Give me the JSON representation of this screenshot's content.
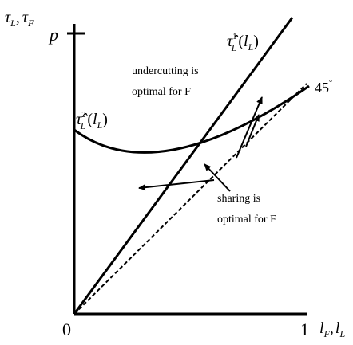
{
  "axes": {
    "y_label_main1": "τ",
    "y_label_sub1": "L",
    "y_label_sep": ",",
    "y_label_main2": "τ",
    "y_label_sub2": "F",
    "x_label_main1": "l",
    "x_label_sub1": "F",
    "x_label_sep": ",",
    "x_label_main2": "l",
    "x_label_sub2": "L",
    "origin_label": "0",
    "x_tick_label": "1",
    "y_tick_label": "p"
  },
  "curves": {
    "tau1": {
      "hat": "τ̂",
      "sub": "L",
      "sup": "1",
      "arg_open": "(",
      "arg_main": "l",
      "arg_sub": "L",
      "arg_close": ")"
    },
    "tau2": {
      "hat": "τ̂",
      "sub": "L",
      "sup": "2",
      "arg_open": "(",
      "arg_main": "l",
      "arg_sub": "L",
      "arg_close": ")"
    },
    "diag_label": "45",
    "diag_degree": "°"
  },
  "regions": {
    "top_line1": "undercutting is",
    "top_line2": "optimal for F",
    "bottom_line1": "sharing is",
    "bottom_line2": "optimal for F"
  },
  "colors": {
    "ink": "#000000",
    "background": "#ffffff"
  }
}
